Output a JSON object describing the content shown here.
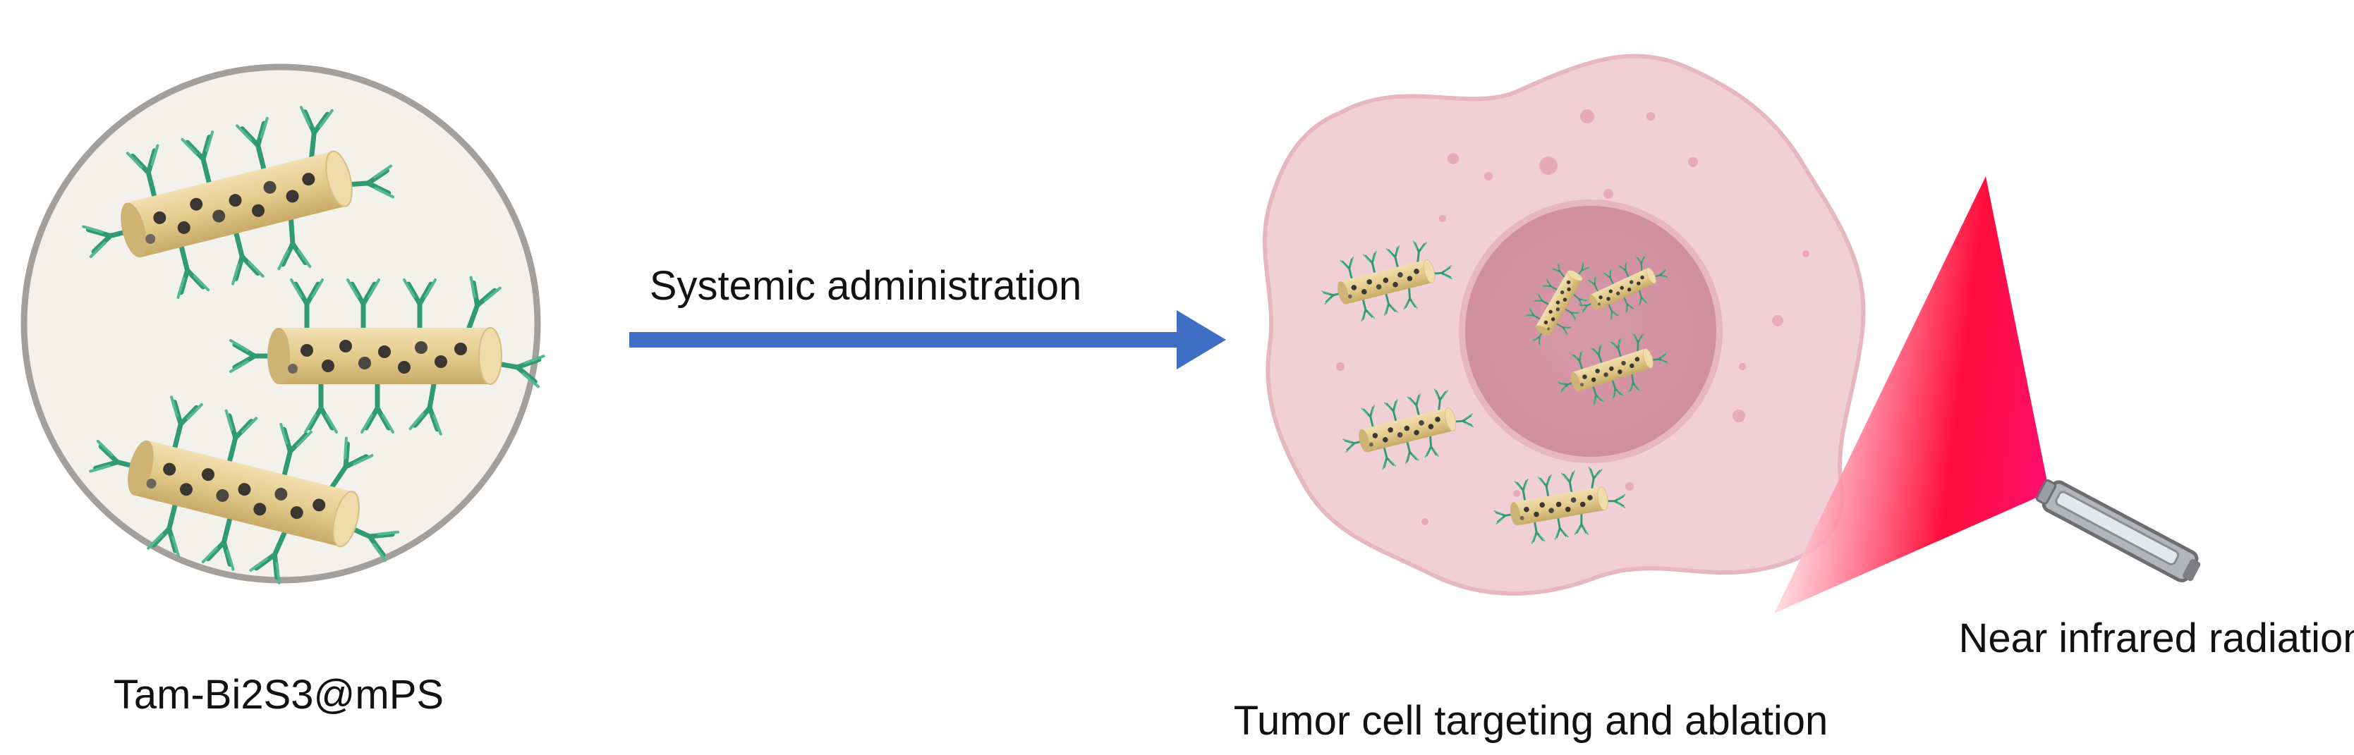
{
  "labels": {
    "nanoparticle": "Tam-Bi2S3@mPS",
    "administration": "Systemic administration",
    "tumor": "Tumor cell targeting and ablation",
    "radiation": "Near infrared radiation"
  },
  "colors": {
    "circle_fill": "#f3f1ec",
    "circle_stroke": "#a39f9c",
    "rod": "#e3cb8c",
    "rod_dark": "#b89a52",
    "rod_light": "#f0dcaa",
    "dot": "#3a3733",
    "antibody": "#2f9a73",
    "arrow": "#3f6fc4",
    "cell": "#f1cfd6",
    "cell_stroke": "#e6b6c1",
    "nucleus": "#d99eae",
    "nucleus_ring": "#e6b6c1",
    "vesicle": "#e6aab9",
    "beam_strong": "#ff0040",
    "beam_fade": "#ffffff",
    "device": "#b3b5b8",
    "device_dark": "#6b6d70"
  }
}
